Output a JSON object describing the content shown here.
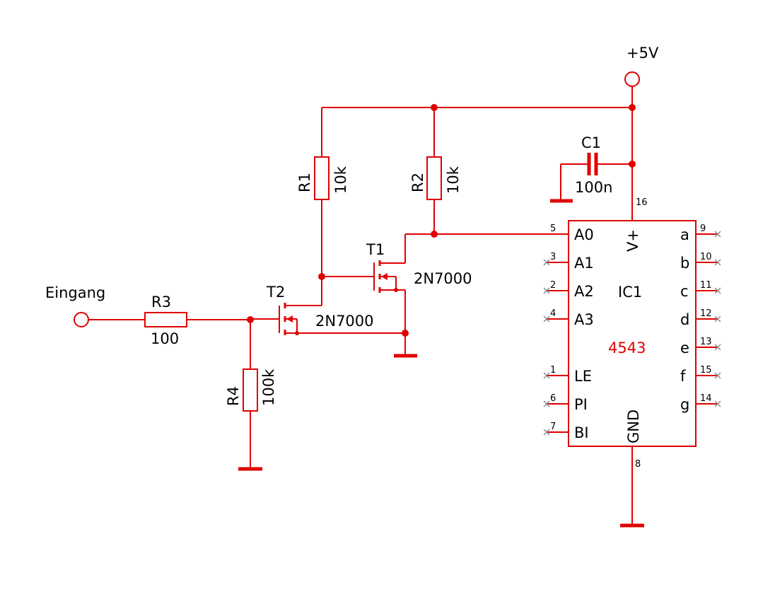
{
  "colors": {
    "wire": "#e00000",
    "text": "#000000",
    "ic_value": "#e00000",
    "nc_mark": "#8a8a8a",
    "background": "#ffffff"
  },
  "labels": {
    "supply": "+5V",
    "input": "Eingang",
    "r1_name": "R1",
    "r1_value": "10k",
    "r2_name": "R2",
    "r2_value": "10k",
    "r3_name": "R3",
    "r3_value": "100",
    "r4_name": "R4",
    "r4_value": "100k",
    "c1_name": "C1",
    "c1_value": "100n",
    "t1_name": "T1",
    "t1_value": "2N7000",
    "t2_name": "T2",
    "t2_value": "2N7000"
  },
  "ic": {
    "name": "IC1",
    "value": "4543",
    "vplus_label": "V+",
    "gnd_label": "GND",
    "vplus_pin": "16",
    "gnd_pin": "8",
    "left_pins": [
      {
        "label": "A0",
        "num": "5"
      },
      {
        "label": "A1",
        "num": "3"
      },
      {
        "label": "A2",
        "num": "2"
      },
      {
        "label": "A3",
        "num": "4"
      },
      {
        "label": "",
        "num": ""
      },
      {
        "label": "LE",
        "num": "1"
      },
      {
        "label": "PI",
        "num": "6"
      },
      {
        "label": "BI",
        "num": "7"
      }
    ],
    "right_pins": [
      {
        "label": "a",
        "num": "9"
      },
      {
        "label": "b",
        "num": "10"
      },
      {
        "label": "c",
        "num": "11"
      },
      {
        "label": "d",
        "num": "12"
      },
      {
        "label": "e",
        "num": "13"
      },
      {
        "label": "f",
        "num": "15"
      },
      {
        "label": "g",
        "num": "14"
      }
    ]
  }
}
